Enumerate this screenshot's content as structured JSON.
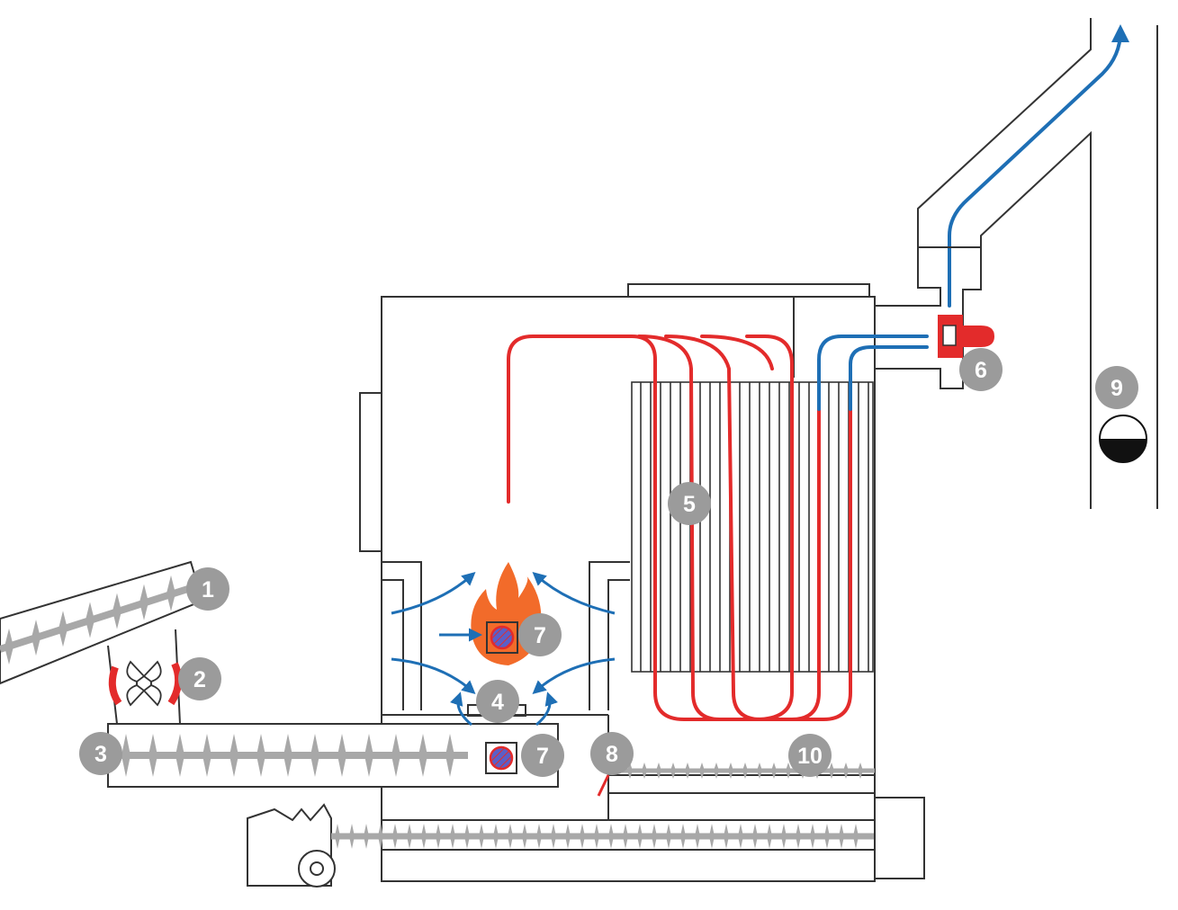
{
  "diagram": {
    "labels": [
      {
        "id": "1",
        "text": "1"
      },
      {
        "id": "2",
        "text": "2"
      },
      {
        "id": "3",
        "text": "3"
      },
      {
        "id": "4",
        "text": "4"
      },
      {
        "id": "5",
        "text": "5"
      },
      {
        "id": "6",
        "text": "6"
      },
      {
        "id": "7a",
        "text": "7"
      },
      {
        "id": "7b",
        "text": "7"
      },
      {
        "id": "8",
        "text": "8"
      },
      {
        "id": "9",
        "text": "9"
      },
      {
        "id": "10",
        "text": "10"
      }
    ],
    "colors": {
      "outline": "#333333",
      "hot_flow": "#e32b2b",
      "cold_flow": "#1e6fb5",
      "label_bg": "#9b9b9b",
      "auger": "#a8a8a8",
      "flame": "#f26b2a",
      "igniter": "#5b5fc7"
    },
    "icons": [
      "fuel-auger-icon",
      "rotary-valve-icon",
      "flame-icon",
      "heat-exchanger-icon",
      "flue-fan-icon",
      "chimney-icon",
      "pressure-gauge-icon",
      "ash-auger-icon"
    ]
  }
}
